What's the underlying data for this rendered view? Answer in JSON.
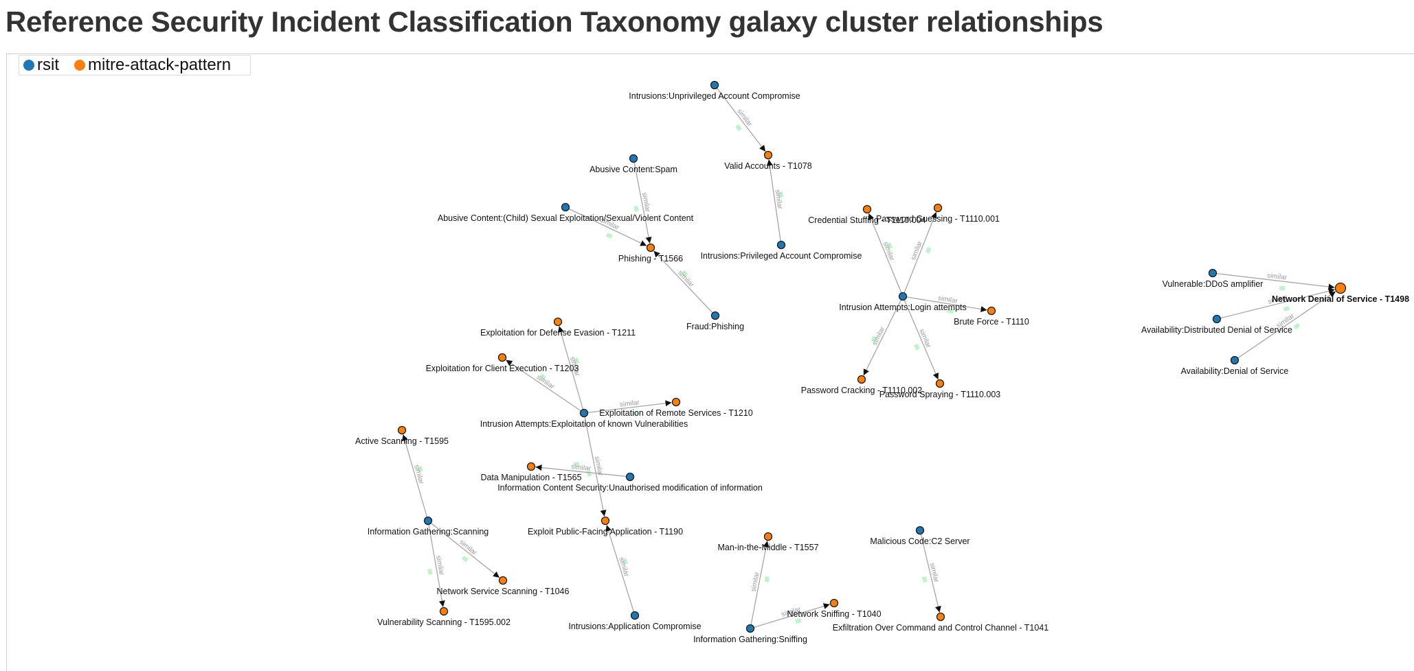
{
  "title": "Reference Security Incident Classification Taxonomy galaxy cluster relationships",
  "legend": {
    "items": [
      {
        "label": "rsit",
        "color": "#1f77b4"
      },
      {
        "label": "mitre-attack-pattern",
        "color": "#ff7f0e"
      }
    ]
  },
  "edge_label": "similar",
  "nodes": [
    {
      "id": "n1",
      "label": "Intrusions:Unprivileged Account Compromise",
      "group": "rsit"
    },
    {
      "id": "n2",
      "label": "Valid Accounts - T1078",
      "group": "mitre-attack-pattern"
    },
    {
      "id": "n3",
      "label": "Intrusions:Privileged Account Compromise",
      "group": "rsit"
    },
    {
      "id": "n4",
      "label": "Abusive Content:Spam",
      "group": "rsit"
    },
    {
      "id": "n5",
      "label": "Abusive Content:(Child) Sexual Exploitation/Sexual/Violent Content",
      "group": "rsit"
    },
    {
      "id": "n6",
      "label": "Phishing - T1566",
      "group": "mitre-attack-pattern"
    },
    {
      "id": "n7",
      "label": "Fraud:Phishing",
      "group": "rsit"
    },
    {
      "id": "n8",
      "label": "Credential Stuffing - T1110.004",
      "group": "mitre-attack-pattern"
    },
    {
      "id": "n9",
      "label": "Password Guessing - T1110.001",
      "group": "mitre-attack-pattern"
    },
    {
      "id": "n10",
      "label": "Intrusion Attempts:Login attempts",
      "group": "rsit"
    },
    {
      "id": "n11",
      "label": "Brute Force - T1110",
      "group": "mitre-attack-pattern"
    },
    {
      "id": "n12",
      "label": "Password Cracking - T1110.002",
      "group": "mitre-attack-pattern"
    },
    {
      "id": "n13",
      "label": "Password Spraying - T1110.003",
      "group": "mitre-attack-pattern"
    },
    {
      "id": "n14",
      "label": "Vulnerable:DDoS amplifier",
      "group": "rsit"
    },
    {
      "id": "n15",
      "label": "Network Denial of Service - T1498",
      "group": "mitre-attack-pattern",
      "emphasis": true
    },
    {
      "id": "n16",
      "label": "Availability:Distributed Denial of Service",
      "group": "rsit"
    },
    {
      "id": "n17",
      "label": "Availability:Denial of Service",
      "group": "rsit"
    },
    {
      "id": "n18",
      "label": "Exploitation for Defense Evasion - T1211",
      "group": "mitre-attack-pattern"
    },
    {
      "id": "n19",
      "label": "Exploitation for Client Execution - T1203",
      "group": "mitre-attack-pattern"
    },
    {
      "id": "n20",
      "label": "Intrusion Attempts:Exploitation of known Vulnerabilities",
      "group": "rsit"
    },
    {
      "id": "n21",
      "label": "Exploitation of Remote Services - T1210",
      "group": "mitre-attack-pattern"
    },
    {
      "id": "n22",
      "label": "Data Manipulation - T1565",
      "group": "mitre-attack-pattern"
    },
    {
      "id": "n23",
      "label": "Information Content Security:Unauthorised modification of information",
      "group": "rsit"
    },
    {
      "id": "n24",
      "label": "Exploit Public-Facing Application - T1190",
      "group": "mitre-attack-pattern"
    },
    {
      "id": "n25",
      "label": "Intrusions:Application Compromise",
      "group": "rsit"
    },
    {
      "id": "n26",
      "label": "Active Scanning - T1595",
      "group": "mitre-attack-pattern"
    },
    {
      "id": "n27",
      "label": "Information Gathering:Scanning",
      "group": "rsit"
    },
    {
      "id": "n28",
      "label": "Network Service Scanning - T1046",
      "group": "mitre-attack-pattern"
    },
    {
      "id": "n29",
      "label": "Vulnerability Scanning - T1595.002",
      "group": "mitre-attack-pattern"
    },
    {
      "id": "n30",
      "label": "Man-in-the-Middle - T1557",
      "group": "mitre-attack-pattern"
    },
    {
      "id": "n31",
      "label": "Network Sniffing - T1040",
      "group": "mitre-attack-pattern"
    },
    {
      "id": "n32",
      "label": "Information Gathering:Sniffing",
      "group": "rsit"
    },
    {
      "id": "n33",
      "label": "Malicious Code:C2 Server",
      "group": "rsit"
    },
    {
      "id": "n34",
      "label": "Exfiltration Over Command and Control Channel - T1041",
      "group": "mitre-attack-pattern"
    }
  ],
  "edges": [
    {
      "source": "n1",
      "target": "n2"
    },
    {
      "source": "n3",
      "target": "n2"
    },
    {
      "source": "n4",
      "target": "n6"
    },
    {
      "source": "n5",
      "target": "n6"
    },
    {
      "source": "n7",
      "target": "n6"
    },
    {
      "source": "n10",
      "target": "n8"
    },
    {
      "source": "n10",
      "target": "n9"
    },
    {
      "source": "n10",
      "target": "n11"
    },
    {
      "source": "n10",
      "target": "n12"
    },
    {
      "source": "n10",
      "target": "n13"
    },
    {
      "source": "n14",
      "target": "n15"
    },
    {
      "source": "n16",
      "target": "n15"
    },
    {
      "source": "n17",
      "target": "n15"
    },
    {
      "source": "n20",
      "target": "n18"
    },
    {
      "source": "n20",
      "target": "n19"
    },
    {
      "source": "n20",
      "target": "n21"
    },
    {
      "source": "n20",
      "target": "n24"
    },
    {
      "source": "n23",
      "target": "n22"
    },
    {
      "source": "n25",
      "target": "n24"
    },
    {
      "source": "n27",
      "target": "n26"
    },
    {
      "source": "n27",
      "target": "n28"
    },
    {
      "source": "n27",
      "target": "n29"
    },
    {
      "source": "n32",
      "target": "n30"
    },
    {
      "source": "n32",
      "target": "n31"
    },
    {
      "source": "n33",
      "target": "n34"
    }
  ]
}
